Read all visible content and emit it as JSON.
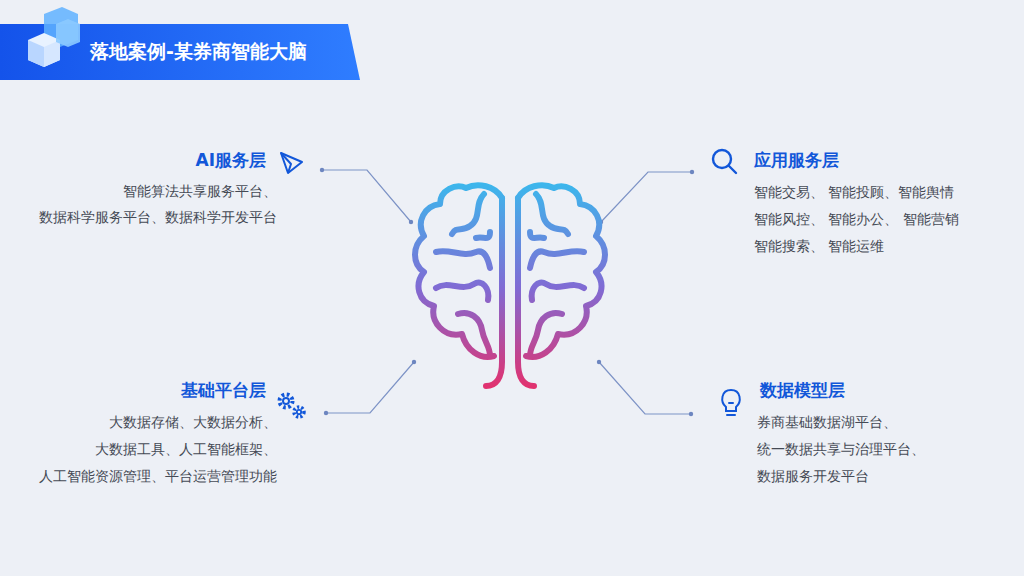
{
  "diagram": {
    "title": "落地案例-某券商智能大脑",
    "labels": [
      "AI服务层",
      "智能算法共享服务平台、",
      "数据科学服务平台、数据科学开发平台",
      "应用服务层",
      "智能交易、 智能投顾、智能舆情",
      "智能风控、 智能办公、 智能营销",
      "智能搜索、 智能运维",
      "基础平台层",
      "大数据存储、大数据分析、",
      "大数据工具、人工智能框架、",
      "人工智能资源管理、平台运营管理功能",
      "数据模型层",
      "券商基础数据湖平台、",
      "统一数据共享与治理平台、",
      "数据服务开发平台"
    ]
  }
}
